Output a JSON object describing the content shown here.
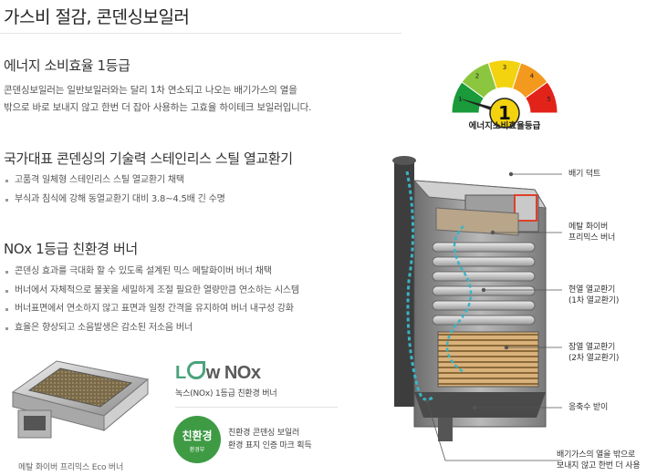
{
  "page_title": "가스비 절감, 콘덴싱보일러",
  "section1": {
    "heading": "에너지 소비효율 1등급",
    "para_line1": "콘덴싱보일러는 일반보일러와는 달리 1차 연소되고 나오는 배기가스의 열을",
    "para_line2": "밖으로 바로 보내지 않고 한번 더 잡아 사용하는 고효율 하이테크 보일러입니다."
  },
  "gauge": {
    "label": "에너지소비효율등급",
    "grade": "1",
    "numbers": [
      "1",
      "2",
      "3",
      "4",
      "5"
    ],
    "colors": [
      "#1a9a3a",
      "#8cc63f",
      "#f3d20f",
      "#f39a1e",
      "#e2231a"
    ]
  },
  "section2": {
    "heading": "국가대표 콘덴싱의 기술력 스테인리스 스틸 열교환기",
    "bullets": [
      "고품격 일체형 스테인리스 스틸 열교환기 채택",
      "부식과 침식에 강해 동열교환기 대비 3.8~4.5배 긴 수명"
    ]
  },
  "section3": {
    "heading": "NOx 1등급 친환경 버너",
    "bullets": [
      "콘덴싱 효과를 극대화 할 수 있도록 설계된 믹스 메탈화이버 버너 채택",
      "버너에서 자체적으로 불꽃을 세밀하게 조절 필요한 열량만큼 연소하는 시스템",
      "버너표면에서 연소하지 않고 표면과 일정 간격을 유지하여 버너 내구성 강화",
      "효율은 향상되고 소음발생은 감소된 저소음 버너"
    ]
  },
  "burner_caption": "메탈 화이버 프리믹스 Eco 버너",
  "lownox": {
    "logo_text": "LowNOx",
    "logo_part1": "L",
    "logo_part2": "w NOx",
    "caption": "녹스(NOx) 1등급 친환경 버너"
  },
  "eco": {
    "badge_text": "친환경",
    "badge_sub": "환경부",
    "line1": "친환경 콘덴싱 보일러",
    "line2": "환경 표지 인증 마크 획득"
  },
  "callouts": [
    {
      "line1": "배기 덕트",
      "line2": ""
    },
    {
      "line1": "메탈 화이버",
      "line2": "프리믹스 버너"
    },
    {
      "line1": "현열 열교환기",
      "line2": "(1차 열교환기)"
    },
    {
      "line1": "잠열 열교환기",
      "line2": "(2차 열교환기)"
    },
    {
      "line1": "응축수 받이",
      "line2": ""
    },
    {
      "line1": "배기가스의 열을 밖으로",
      "line2": "보내지 않고 한번 더 사용"
    }
  ]
}
